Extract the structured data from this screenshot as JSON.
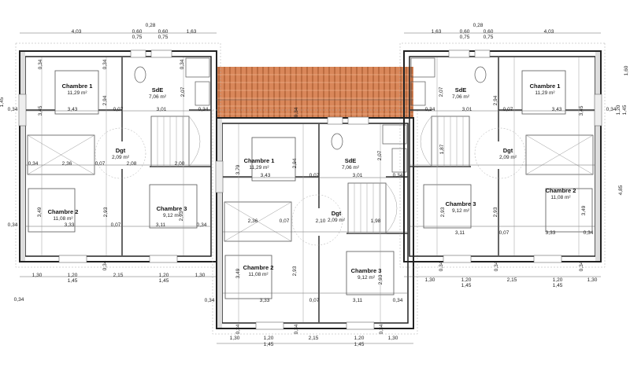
{
  "colors": {
    "wall": "#222222",
    "roof_tile": "#d9875a",
    "roof_line": "#a85a30",
    "line": "#888888"
  },
  "units": [
    {
      "rooms": [
        {
          "name": "Chambre 1",
          "area": "11,29 m²"
        },
        {
          "name": "SdE",
          "area": "7,06 m²"
        },
        {
          "name": "Dgt",
          "area": "2,09 m²"
        },
        {
          "name": "Chambre 2",
          "area": "11,08 m²"
        },
        {
          "name": "Chambre 3",
          "area": "9,12 m²"
        }
      ],
      "dimensions": [
        "4,03",
        "0,60",
        "0,75",
        "0,28",
        "0,60",
        "0,75",
        "1,63",
        "3,43",
        "0,07",
        "3,01",
        "0,34",
        "0,34",
        "0,34",
        "2,36",
        "0,07",
        "2,08",
        "2,00",
        "3,33",
        "0,07",
        "3,11",
        "0,34",
        "0,34",
        "3,45",
        "2,94",
        "2,07",
        "2,93",
        "2,93",
        "3,49",
        "0,34",
        "0,34",
        "0,34",
        "1,30",
        "1,20",
        "1,45",
        "2,15",
        "1,20",
        "1,45",
        "1,30",
        "1,45",
        "0,34",
        "0,34"
      ]
    },
    {
      "rooms": [
        {
          "name": "Chambre 1",
          "area": "11,29 m²"
        },
        {
          "name": "SdE",
          "area": "7,06 m²"
        },
        {
          "name": "Dgt",
          "area": "2,09 m²"
        },
        {
          "name": "Chambre 2",
          "area": "11,08 m²"
        },
        {
          "name": "Chambre 3",
          "area": "9,12 m²"
        }
      ],
      "dimensions": [
        "3,43",
        "0,07",
        "3,01",
        "0,34",
        "2,36",
        "0,07",
        "2,10",
        "1,98",
        "3,33",
        "0,07",
        "3,11",
        "0,34",
        "0,34",
        "3,79",
        "2,94",
        "2,07",
        "2,93",
        "2,93",
        "3,49",
        "0,34",
        "1,30",
        "1,20",
        "1,45",
        "2,15",
        "1,20",
        "1,45",
        "1,30",
        "0,34",
        "0,34",
        "0,34"
      ]
    },
    {
      "rooms": [
        {
          "name": "Chambre 1",
          "area": "11,29 m²"
        },
        {
          "name": "SdE",
          "area": "7,06 m²"
        },
        {
          "name": "Dgt",
          "area": "2,09 m²"
        },
        {
          "name": "Chambre 3",
          "area": "9,12 m²"
        },
        {
          "name": "Chambre 2",
          "area": "11,08 m²"
        }
      ],
      "dimensions": [
        "1,63",
        "0,60",
        "0,75",
        "0,28",
        "0,60",
        "0,75",
        "4,03",
        "0,34",
        "3,01",
        "2,94",
        "0,07",
        "3,43",
        "0,34",
        "3,45",
        "2,07",
        "1,87",
        "3,11",
        "0,07",
        "3,33",
        "0,34",
        "2,93",
        "2,93",
        "3,49",
        "1,30",
        "1,20",
        "1,45",
        "2,15",
        "1,20",
        "1,45",
        "1,30",
        "1,60",
        "1,20",
        "1,45",
        "4,85",
        "0,34",
        "0,34",
        "0,34"
      ]
    }
  ]
}
